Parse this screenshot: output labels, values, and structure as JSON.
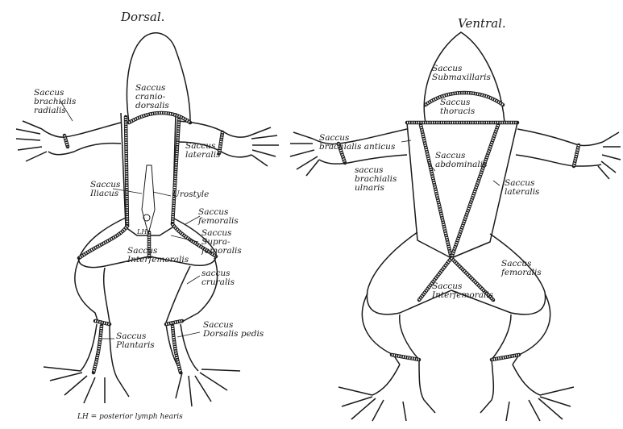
{
  "dorsal": {
    "title": "Dorsal.",
    "labels": {
      "brachialis_radialis": "Saccus\nbrachialis\nradialis",
      "craniodorsalis": "Saccus\ncranio-\ndorsalis",
      "lateralis": "Saccus\nlateralis",
      "iliacus": "Saccus\nIliacus",
      "urostyle": "Urostyle",
      "femoralis": "Saccus\nfemoralis",
      "suprafemoralis": "Saccus\nSupra-\nfemoralis",
      "lh": "LH",
      "interfemoralis": "Saccus\nInterfemoralis",
      "cruralis": "saccus\ncruralis",
      "plantaris": "Saccus\nPlantaris",
      "dorsalis_pedis": "Saccus\nDorsalis pedis"
    }
  },
  "ventral": {
    "title": "Ventral.",
    "labels": {
      "submaxillaris": "Saccus\nSubmaxillaris",
      "thoracis": "Saccus\nthoracis",
      "brachialis_anticus": "Saccus\nbrachialis anticus",
      "abdominalis": "Saccus\nabdominalis",
      "brachialis_ulnaris": "saccus\nbrachialis\nulnaris",
      "lateralis": "Saccus\nlateralis",
      "femoralis": "Saccus\nfemoralis",
      "interfemoralis": "Saccus\nInterfemoralis"
    }
  },
  "footnote": "LH = posterior lymph hearis"
}
